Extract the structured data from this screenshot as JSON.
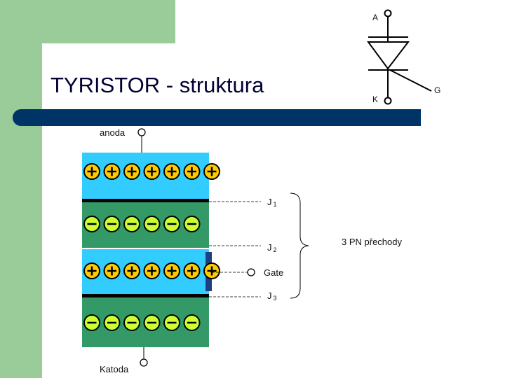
{
  "slide": {
    "title": "TYRISTOR - struktura",
    "colors": {
      "left_band": "#99CC99",
      "divider_bar": "#003366",
      "p_layer": "#33CCFF",
      "n_layer": "#339966",
      "junction_line": "#000000",
      "gate_bar": "#1F3F80",
      "plus_charge": "#FFCC00",
      "minus_charge": "#CCFF33"
    }
  },
  "symbol": {
    "anode_label": "A",
    "cathode_label": "K",
    "gate_label": "G",
    "icon": "thyristor-symbol-icon"
  },
  "structure": {
    "anode_label": "anoda",
    "cathode_label": "Katoda",
    "gate_label": "Gate",
    "layers": [
      {
        "type": "P",
        "charge": "+",
        "count": 7
      },
      {
        "type": "N",
        "charge": "−",
        "count": 6
      },
      {
        "type": "P",
        "charge": "+",
        "count": 7
      },
      {
        "type": "N",
        "charge": "−",
        "count": 6
      }
    ],
    "junctions": [
      {
        "label": "J",
        "sub": "1"
      },
      {
        "label": "J",
        "sub": "2"
      },
      {
        "label": "J",
        "sub": "3"
      }
    ],
    "bracket_label": "3 PN přechody"
  }
}
